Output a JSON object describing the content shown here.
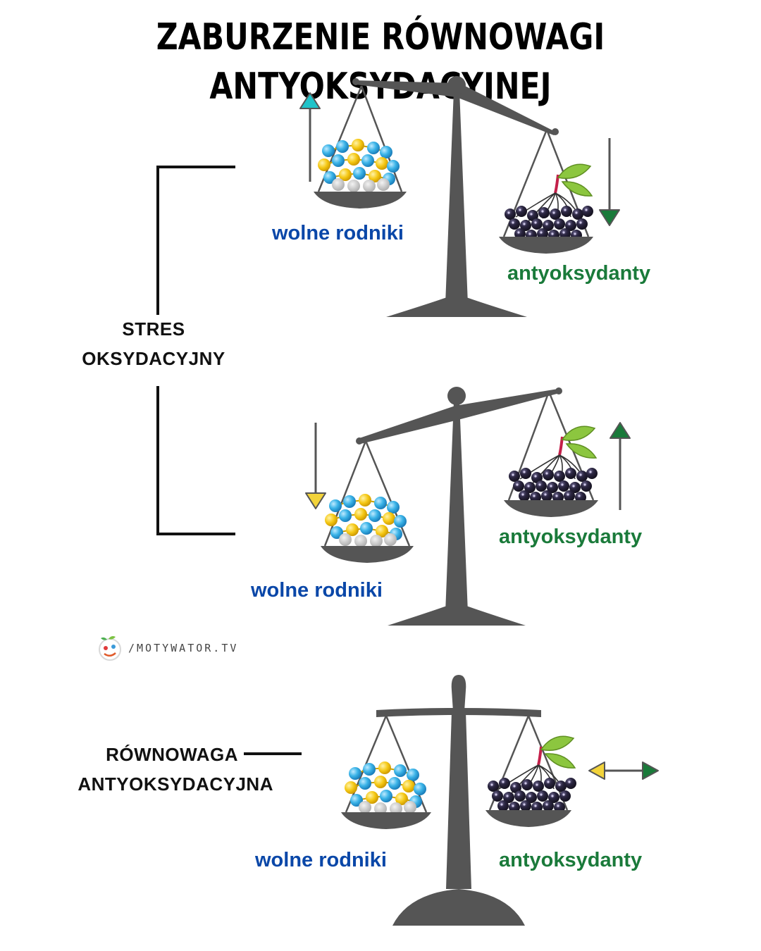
{
  "title": "ZABURZENIE RÓWNOWAGI ANTYOKSYDACYJNEJ",
  "stress": {
    "line1": "STRES",
    "line2": "OKSYDACYJNY"
  },
  "balance": {
    "line1": "RÓWNOWAGA",
    "line2": "ANTYOKSYDACYJNA"
  },
  "scales": [
    {
      "left_label": "wolne rodniki",
      "right_label": "antyoksydanty"
    },
    {
      "left_label": "wolne rodniki",
      "right_label": "antyoksydanty"
    },
    {
      "left_label": "wolne rodniki",
      "right_label": "antyoksydanty"
    }
  ],
  "logo": {
    "text": "/MOTYWATOR.TV",
    "icon": "motywator-logo-icon"
  },
  "colors": {
    "scale": "#555555",
    "radical_blue": "#3bb4e8",
    "radical_yellow": "#f5c814",
    "berry": "#2a2540",
    "leaf": "#8cc63f",
    "stem": "#c4204a",
    "arrow_cyan": "#1fc3c9",
    "arrow_yellow": "#f2d33a",
    "arrow_green": "#1a7a3a",
    "arrow_gray": "#555555",
    "label_blue": "#0a47a8",
    "label_green": "#1a7a3a"
  }
}
